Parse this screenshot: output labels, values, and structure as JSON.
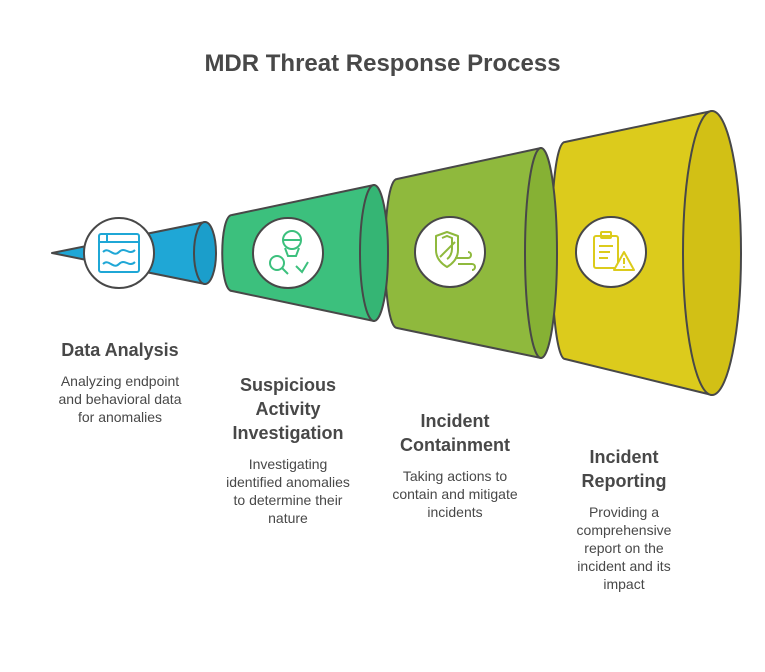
{
  "title": "MDR Threat Response Process",
  "stages": [
    {
      "heading": "Data Analysis",
      "description": "Analyzing endpoint\nand behavioral data\nfor anomalies",
      "color": "#1fa7d6",
      "icon": "data-chart-icon"
    },
    {
      "heading": "Suspicious\nActivity\nInvestigation",
      "description": "Investigating\nidentified anomalies\nto determine their\nnature",
      "color": "#3cc07d",
      "icon": "search-investigation-icon"
    },
    {
      "heading": "Incident\nContainment",
      "description": "Taking actions to\ncontain and mitigate\nincidents",
      "color": "#8fb93d",
      "icon": "shield-wind-icon"
    },
    {
      "heading": "Incident\nReporting",
      "description": "Providing a\ncomprehensive\nreport on the\nincident and its\nimpact",
      "color": "#dccb1c",
      "icon": "report-warning-icon"
    }
  ]
}
